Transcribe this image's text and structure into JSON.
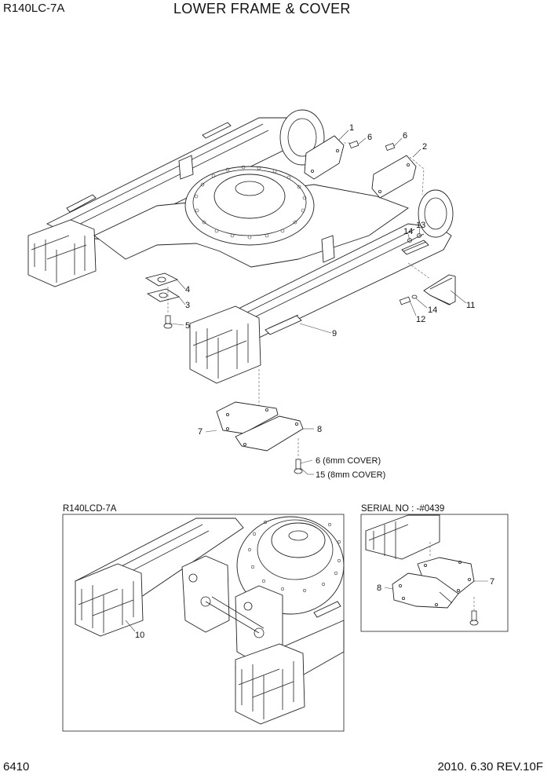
{
  "header": {
    "model": "R140LC-7A",
    "title": "LOWER FRAME & COVER"
  },
  "footer": {
    "page": "6410",
    "date_rev": "2010. 6.30  REV.10F"
  },
  "callouts": {
    "c1": "1",
    "c2": "2",
    "c3": "3",
    "c4": "4",
    "c5": "5",
    "c6a": "6",
    "c6b": "6",
    "c7": "7",
    "c8": "8",
    "c9": "9",
    "c11": "11",
    "c12": "12",
    "c13": "13",
    "c14a": "14",
    "c14b": "14",
    "c6_cover": "6 (6mm COVER)",
    "c15_cover": "15 (8mm COVER)"
  },
  "box_lcd": {
    "title": "R140LCD-7A",
    "c10": "10"
  },
  "box_serial": {
    "title": "SERIAL NO : -#0439",
    "c7": "7",
    "c8": "8"
  }
}
